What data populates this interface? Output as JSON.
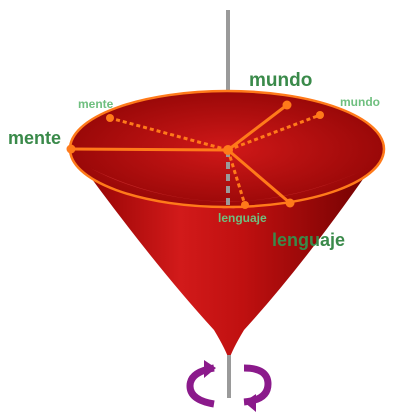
{
  "diagram": {
    "labels": {
      "mente_front": "mente",
      "mente_back": "mente",
      "mundo_front": "mundo",
      "mundo_back": "mundo",
      "lenguaje_front": "lenguaje",
      "lenguaje_back": "lenguaje"
    },
    "colors": {
      "cone_dark": "#7a0000",
      "cone_mid": "#c01010",
      "cone_light": "#e03a3a",
      "rim_line": "#ff7a1a",
      "axis": "#9a9a9a",
      "rotation_arrows": "#8b1a8b",
      "label_dark": "#3a8a4a",
      "label_light": "#6fbf7f"
    },
    "icons": [
      "rotation-arrow-left-icon",
      "rotation-arrow-right-icon"
    ]
  }
}
